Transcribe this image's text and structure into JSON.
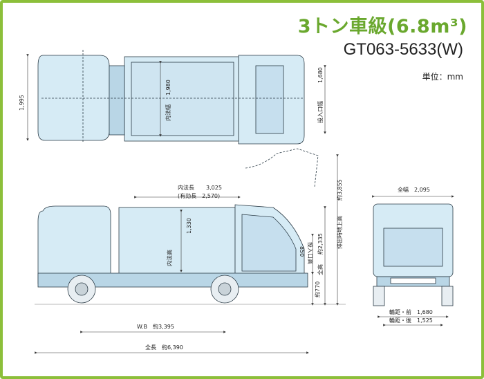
{
  "header": {
    "title": "3トン車級(6.8m³)",
    "model": "GT063-5633(W)",
    "unit": "単位：mm"
  },
  "dimensions": {
    "top_width": "1,995",
    "inner_width": "1,980",
    "inner_width_label": "内法幅",
    "hopper_width": "1,680",
    "hopper_width_label": "投入口幅",
    "inner_length_label": "内法長",
    "inner_length": "3,025",
    "effective_length": "(有効長　2,570)",
    "inner_height_label": "内法高",
    "inner_height": "1,330",
    "hopper_height_label": "投入口高",
    "hopper_height": "850",
    "total_height_label": "全高",
    "total_height": "約2,335",
    "discharge_height_label": "排出時地上高",
    "discharge_height": "約3,855",
    "hopper_ground": "約770",
    "wheelbase": "W.B　約3,395",
    "total_length": "全長　約6,390",
    "total_width": "全幅　2,095",
    "front_tread": "輪距・前　1,680",
    "rear_tread": "輪距・後　1,525"
  },
  "colors": {
    "frame": "#8cbf3a",
    "title": "#6aa82e",
    "body_fill": "#d6ebf5",
    "line": "#2a3a45"
  }
}
